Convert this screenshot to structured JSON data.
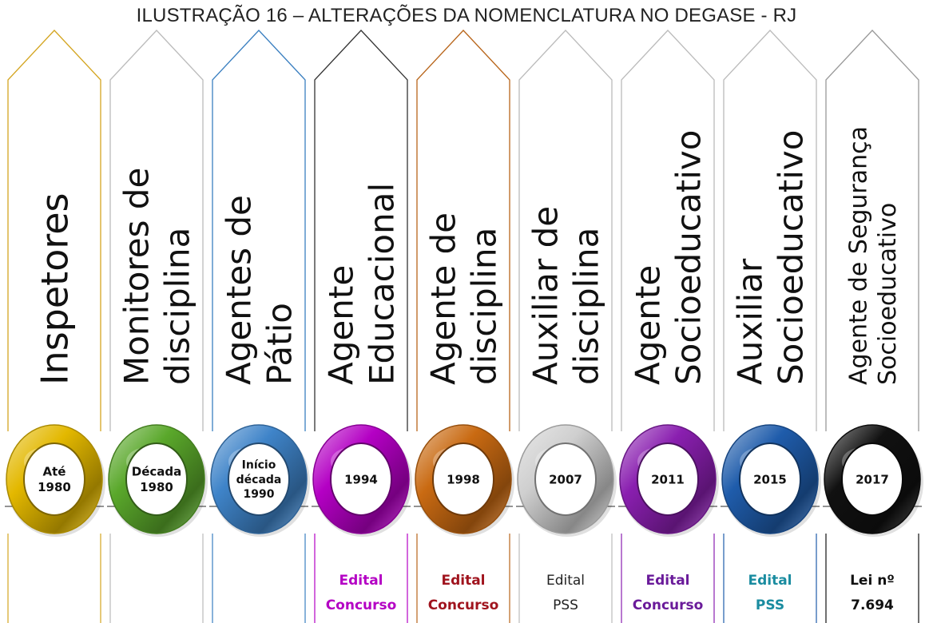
{
  "title": "ILUSTRAÇÃO 16 – ALTERAÇÕES DA NOMENCLATURA NO DEGASE - RJ",
  "stages": [
    {
      "name_lines": [
        "Inspetores"
      ],
      "year_lines": [
        "Até",
        "1980"
      ],
      "bottom_lines": [],
      "ring_color": "#e3b800",
      "arrow_color": "#d4a520",
      "bottom_color": "#d4a520",
      "bottom_text_color": "#333333",
      "bottom_bold": true
    },
    {
      "name_lines": [
        "Monitores de",
        "disciplina"
      ],
      "year_lines": [
        "Década",
        "1980"
      ],
      "bottom_lines": [],
      "ring_color": "#5aa82b",
      "arrow_color": "#bbbbbb",
      "bottom_color": "#bbbbbb",
      "bottom_text_color": "#333333",
      "bottom_bold": true
    },
    {
      "name_lines": [
        "Agentes  de",
        "Pátio"
      ],
      "year_lines": [
        "Início",
        "década",
        "1990"
      ],
      "bottom_lines": [],
      "ring_color": "#3f84c9",
      "arrow_color": "#3a7fc0",
      "bottom_color": "#3a7fc0",
      "bottom_text_color": "#333333",
      "bottom_bold": true
    },
    {
      "name_lines": [
        "Agente",
        "Educacional"
      ],
      "year_lines": [
        "1994"
      ],
      "bottom_lines": [
        "Edital",
        "Concurso"
      ],
      "ring_color": "#b400c4",
      "arrow_color": "#333333",
      "bottom_color": "#b400c4",
      "bottom_text_color": "#b400c4",
      "bottom_bold": true
    },
    {
      "name_lines": [
        "Agente de",
        "disciplina"
      ],
      "year_lines": [
        "1998"
      ],
      "bottom_lines": [
        "Edital",
        "Concurso"
      ],
      "ring_color": "#c96a12",
      "arrow_color": "#b8651a",
      "bottom_color": "#b8651a",
      "bottom_text_color": "#a0141e",
      "bottom_bold": true
    },
    {
      "name_lines": [
        "Auxiliar de",
        "disciplina"
      ],
      "year_lines": [
        "2007"
      ],
      "bottom_lines": [
        "Edital",
        "PSS"
      ],
      "ring_color": "#cfcfcf",
      "arrow_color": "#bbbbbb",
      "bottom_color": "#bbbbbb",
      "bottom_text_color": "#222222",
      "bottom_bold": false
    },
    {
      "name_lines": [
        "Agente",
        "Socioeducativo"
      ],
      "year_lines": [
        "2011"
      ],
      "bottom_lines": [
        "Edital",
        "Concurso"
      ],
      "ring_color": "#8a1fb0",
      "arrow_color": "#bbbbbb",
      "bottom_color": "#8a1fb0",
      "bottom_text_color": "#6a1b9a",
      "bottom_bold": true
    },
    {
      "name_lines": [
        "Auxiliar",
        "Socioeducativo"
      ],
      "year_lines": [
        "2015"
      ],
      "bottom_lines": [
        "Edital",
        "PSS"
      ],
      "ring_color": "#1f5cab",
      "arrow_color": "#bbbbbb",
      "bottom_color": "#1f5cab",
      "bottom_text_color": "#1a8ca0",
      "bottom_bold": true
    },
    {
      "name_lines": [
        "Agente de Segurança",
        "Socioeducativo"
      ],
      "year_lines": [
        "2017"
      ],
      "bottom_lines": [
        "Lei nº",
        "7.694"
      ],
      "ring_color": "#111111",
      "arrow_color": "#999999",
      "bottom_color": "#111111",
      "bottom_text_color": "#111111",
      "bottom_bold": true
    }
  ]
}
